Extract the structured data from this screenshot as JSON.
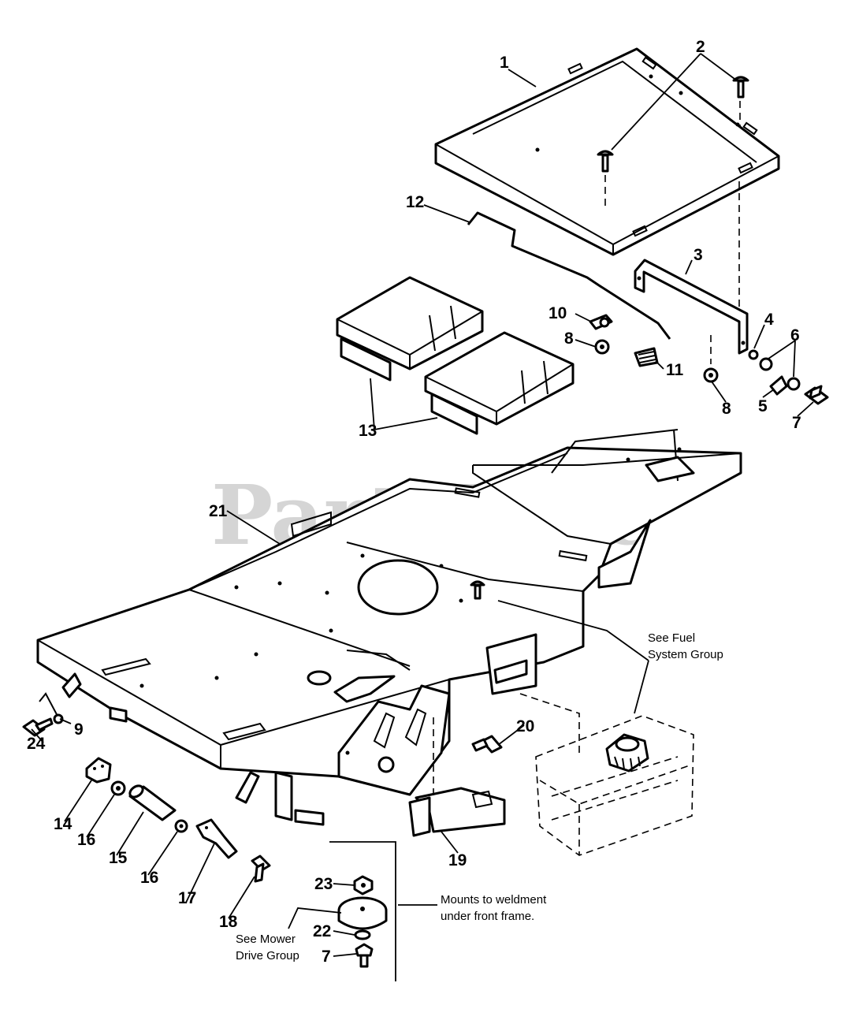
{
  "watermark": "PartsTree",
  "callouts": {
    "c1": "1",
    "c2": "2",
    "c3": "3",
    "c4": "4",
    "c5": "5",
    "c6": "6",
    "c7a": "7",
    "c7b": "7",
    "c8a": "8",
    "c8b": "8",
    "c9": "9",
    "c10": "10",
    "c11": "11",
    "c12": "12",
    "c13": "13",
    "c14": "14",
    "c15": "15",
    "c16a": "16",
    "c16b": "16",
    "c17": "17",
    "c18": "18",
    "c19": "19",
    "c20": "20",
    "c21": "21",
    "c22": "22",
    "c23": "23",
    "c24": "24"
  },
  "notes": {
    "fuel_line1": "See Fuel",
    "fuel_line2": "System Group",
    "mounts_line1": "Mounts to weldment",
    "mounts_line2": "under front frame.",
    "mower_line1": "See Mower",
    "mower_line2": "Drive Group"
  }
}
